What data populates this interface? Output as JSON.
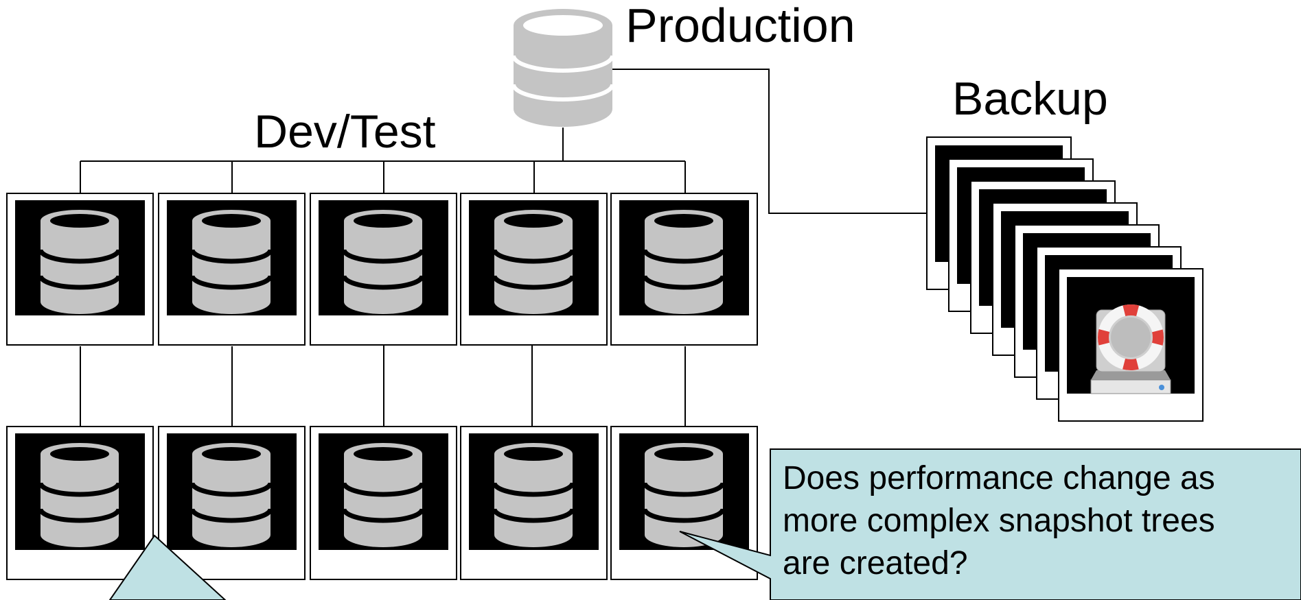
{
  "labels": {
    "production": "Production",
    "devtest": "Dev/Test",
    "backup": "Backup"
  },
  "callout": {
    "text": "Does performance change as more complex snapshot trees are created?",
    "lines": [
      "Does performance change as",
      "more complex snapshot trees",
      "are created?"
    ],
    "fill": "#bfe1e4"
  },
  "colors": {
    "db_gray": "#c4c4c4",
    "snapshot_bg": "#000000",
    "lifebuoy_red": "#e0403a"
  },
  "icons": {
    "production": "database-icon",
    "snapshot": "database-icon",
    "backup": "lifebuoy-drive-icon"
  },
  "structure": {
    "dev_test_rows": 2,
    "dev_test_columns": 5,
    "backup_stack_count": 7
  }
}
